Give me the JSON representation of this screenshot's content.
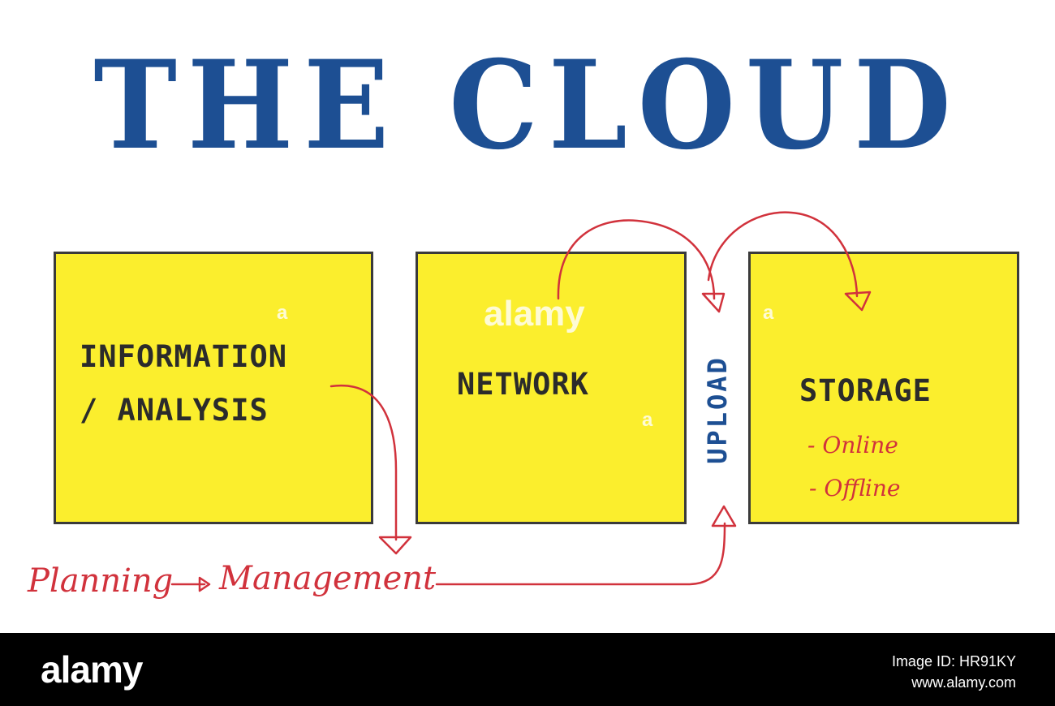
{
  "title": "THE CLOUD",
  "boxes": {
    "info": {
      "line1": "INFORMATION",
      "line2": "/ ANALYSIS"
    },
    "network": {
      "label": "NETWORK"
    },
    "storage": {
      "label": "STORAGE",
      "item1": "- Online",
      "item2": "- Offline"
    }
  },
  "upload": "UPLOAD",
  "flow": {
    "planning": "Planning",
    "management": "Management"
  },
  "watermark": {
    "center": "alamy",
    "small": "a"
  },
  "footer": {
    "logo": "alamy",
    "image_id": "Image ID: HR91KY",
    "site": "www.alamy.com"
  },
  "colors": {
    "title": "#1d4f93",
    "note": "#fbee2d",
    "hand": "#d1323c",
    "text": "#2b2b2b"
  }
}
